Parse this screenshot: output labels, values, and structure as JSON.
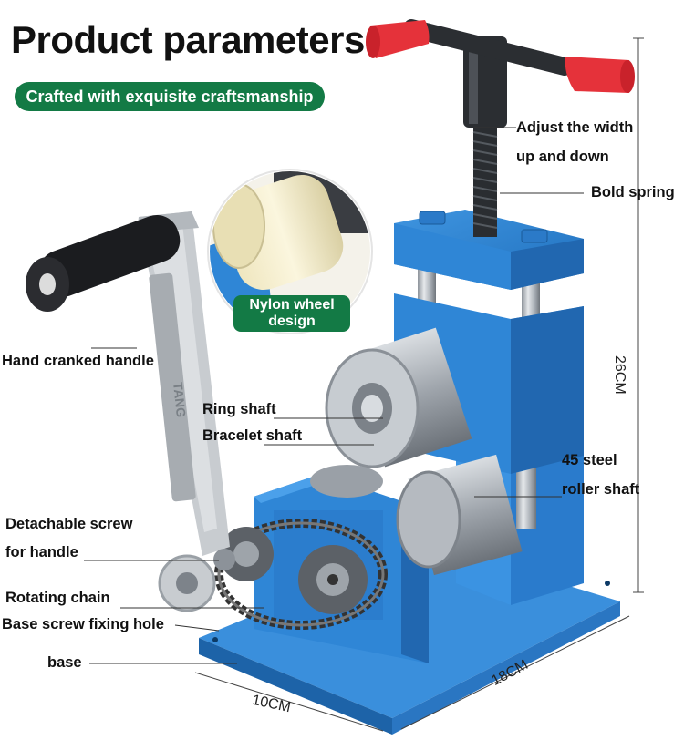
{
  "header": {
    "title": "Product parameters",
    "subtitle": "Crafted with exquisite craftsmanship"
  },
  "badge": {
    "line1": "Nylon wheel",
    "line2": "design"
  },
  "labels": {
    "adjust_1": "Adjust the width",
    "adjust_2": "up and down",
    "bold_spring": "Bold spring",
    "hand_handle": "Hand cranked handle",
    "ring_shaft": "Ring shaft",
    "bracelet_shaft": "Bracelet shaft",
    "steel_1": "45 steel",
    "steel_2": "roller shaft",
    "screw_1": "Detachable screw",
    "screw_2": "for handle",
    "chain": "Rotating chain",
    "fix_hole": "Base screw fixing hole",
    "base": "base"
  },
  "dimensions": {
    "height": "26CM",
    "depth": "18CM",
    "width": "10CM"
  },
  "handle_engraving": "TANG",
  "colors": {
    "accent_green": "#137a45",
    "machine_blue": "#2f86d6",
    "knob_red": "#e5323a",
    "steel": "#b9bec4"
  }
}
